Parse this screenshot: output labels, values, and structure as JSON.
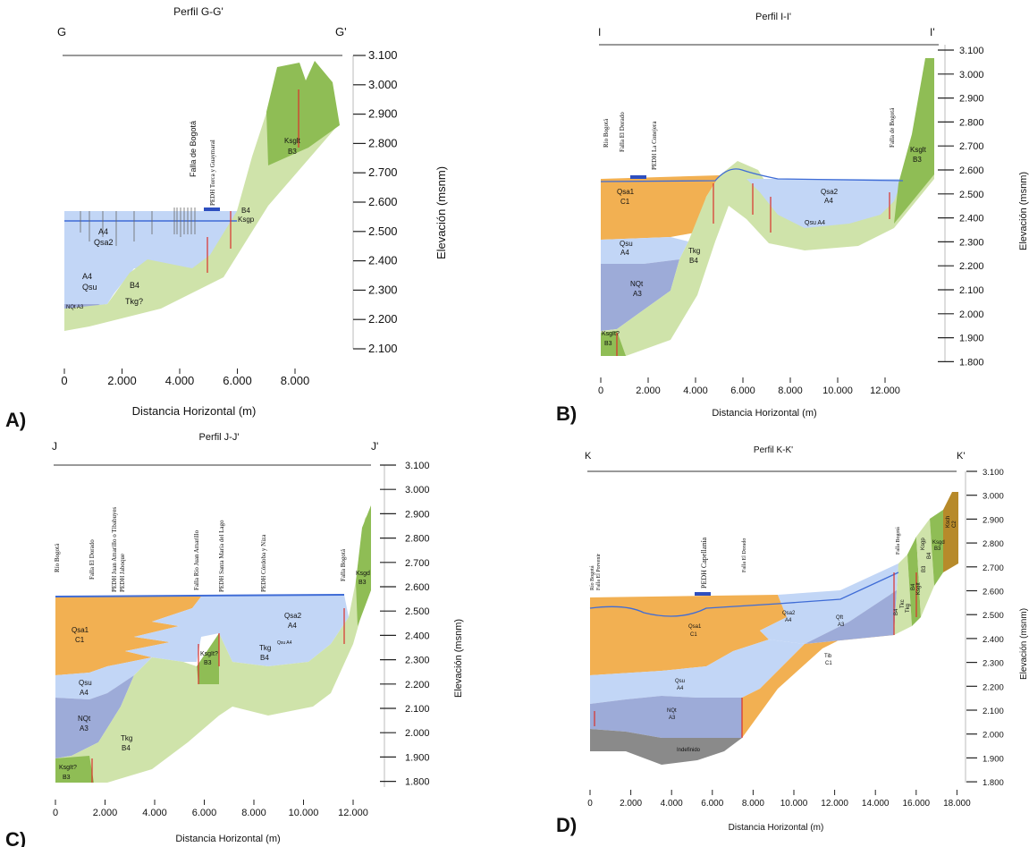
{
  "colors": {
    "orange": "#f2b052",
    "light_blue": "#c2d6f6",
    "mid_blue": "#9dabd8",
    "light_green": "#cfe3aa",
    "dark_green": "#8fbd55",
    "gray": "#8a8a8a",
    "brown": "#b78a2a",
    "water_line": "#3f6cd6",
    "fault": "#d9312b",
    "lake": "#2e4fbf"
  },
  "panels": {
    "A": {
      "letter": "A)",
      "title": "Perfil G-G'",
      "left_label": "G",
      "right_label": "G'",
      "x_ticks": [
        "0",
        "2.000",
        "4.000",
        "6.000",
        "8.000"
      ],
      "y_ticks": [
        "3.100",
        "3.000",
        "2.900",
        "2.800",
        "2.700",
        "2.600",
        "2.500",
        "2.400",
        "2.300",
        "2.200",
        "2.100"
      ],
      "xlabel": "Distancia Horizontal (m)",
      "ylabel": "Elevación (msnm)",
      "features": [
        "Falla de Bogotá",
        "PEDH Torca y Guaymaral"
      ],
      "units": {
        "a4qsa2_1": "A4",
        "a4qsa2_2": "Qsa2",
        "a4qsu_1": "A4",
        "a4qsu_2": "Qsu",
        "b4tkg_1": "B4",
        "b4tkg_2": "Tkg?",
        "nqt": "NQt  A3",
        "b4ksgp_1": "B4",
        "b4ksgp_2": "Ksgp",
        "ksglt_1": "Ksglt",
        "ksglt_2": "B3"
      }
    },
    "B": {
      "letter": "B)",
      "title": "Perfil I-I'",
      "left_label": "I",
      "right_label": "I'",
      "x_ticks": [
        "0",
        "2.000",
        "4.000",
        "6.000",
        "8.000",
        "10.000",
        "12.000"
      ],
      "y_ticks": [
        "3.100",
        "3.000",
        "2.900",
        "2.800",
        "2.700",
        "2.600",
        "2.500",
        "2.400",
        "2.300",
        "2.200",
        "2.100",
        "2.000",
        "1.900",
        "1.800"
      ],
      "xlabel": "Distancia Horizontal (m)",
      "ylabel": "Elevación (msnm)",
      "features": [
        "Río Bogotá",
        "Falla El Dorado",
        "PEDH La Conejera",
        "Falla de Bogotá"
      ],
      "units": {
        "qsa1_1": "Qsa1",
        "qsa1_2": "C1",
        "qsu_1": "Qsu",
        "qsu_2": "A4",
        "nqt_1": "NQt",
        "nqt_2": "A3",
        "tkg_1": "Tkg",
        "tkg_2": "B4",
        "ksglt_1": "KsgIt?",
        "ksglt_2": "B3",
        "qsa2_1": "Qsa2",
        "qsa2_2": "A4",
        "qsu2": "Qsu  A4",
        "ksglt_r1": "Ksglt",
        "ksglt_r2": "B3"
      }
    },
    "C": {
      "letter": "C)",
      "title": "Perfil J-J'",
      "left_label": "J",
      "right_label": "J'",
      "x_ticks": [
        "0",
        "2.000",
        "4.000",
        "6.000",
        "8.000",
        "10.000",
        "12.000"
      ],
      "y_ticks": [
        "3.100",
        "3.000",
        "2.900",
        "2.800",
        "2.700",
        "2.600",
        "2.500",
        "2.400",
        "2.300",
        "2.200",
        "2.100",
        "2.000",
        "1.900",
        "1.800"
      ],
      "xlabel": "Distancia Horizontal (m)",
      "ylabel": "Elevación (msnm)",
      "features": [
        "Río Bogotá",
        "Falla El Dorado",
        "PEDH Juan Amarillo o Tibabuyes",
        "PEDH Jaboque",
        "Falla Río Juan Amarillo",
        "PEDH Santa María del Lago",
        "PEDH Córdoba y Niza",
        "Falla Bogotá"
      ],
      "units": {
        "qsa1_1": "Qsa1",
        "qsa1_2": "C1",
        "qsu_1": "Qsu",
        "qsu_2": "A4",
        "nqt_1": "NQt",
        "nqt_2": "A3",
        "tkg_1": "Tkg",
        "tkg_2": "B4",
        "ksglt_1": "KsgIt?",
        "ksglt_2": "B3",
        "ksglt_m1": "KsgIt?",
        "ksglt_m2": "B3",
        "qsa2_1": "Qsa2",
        "qsa2_2": "A4",
        "tkg_r1": "Tkg",
        "tkg_r2": "B4",
        "qsu_r": "Qsu  A4",
        "ksgd_1": "Ksgd",
        "ksgd_2": "B3"
      }
    },
    "D": {
      "letter": "D)",
      "title": "Perfil K-K'",
      "left_label": "K",
      "right_label": "K'",
      "x_ticks": [
        "0",
        "2.000",
        "4.000",
        "6.000",
        "8.000",
        "10.000",
        "12.000",
        "14.000",
        "16.000",
        "18.000"
      ],
      "y_ticks": [
        "3.100",
        "3.000",
        "2.900",
        "2.800",
        "2.700",
        "2.600",
        "2.500",
        "2.400",
        "2.300",
        "2.200",
        "2.100",
        "2.000",
        "1.900",
        "1.800"
      ],
      "xlabel": "Distancia Horizontal (m)",
      "ylabel": "Elevación (msnm)",
      "features": [
        "Río Bogotá",
        "Falla El Porvenir",
        "PEDH Capellanía",
        "Falla El Dorado",
        "Falla Bogotá"
      ],
      "units": {
        "qsa1_1": "Qsa1",
        "qsa1_2": "C1",
        "qsu_1": "Qsu",
        "qsu_2": "A4",
        "nqt_1": "NQt",
        "nqt_2": "A3",
        "indef": "Indefinido",
        "tib_1": "Tib",
        "tib_2": "C1",
        "qsa2_1": "Qsa2",
        "qsa2_2": "A4",
        "qft_1": "Qft",
        "qft_2": "A3",
        "b4": "B4",
        "tkc": "Tkc",
        "tkg": "Tkg",
        "b4b": "B4",
        "ksglt": "KsgIt",
        "b3": "B3",
        "ksgp": "Ksgp",
        "b4c": "B4",
        "ksgd": "Ksgd",
        "b3b": "B3",
        "ksch_1": "Ksch",
        "ksch_2": "C2"
      }
    }
  }
}
